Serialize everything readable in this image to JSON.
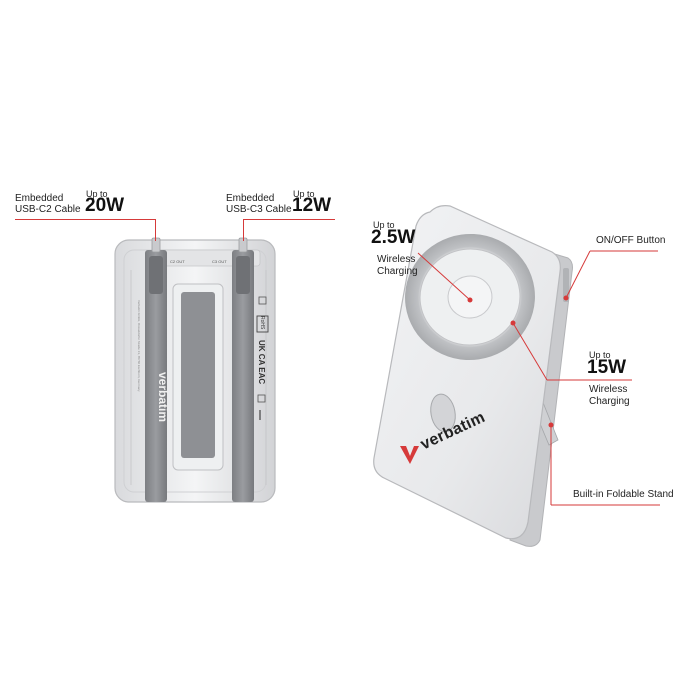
{
  "left_device": {
    "cable_left": {
      "line1": "Embedded",
      "line2": "USB-C2 Cable",
      "upto": "Up to",
      "watts": "20W"
    },
    "cable_right": {
      "line1": "Embedded",
      "line2": "USB-C3 Cable",
      "upto": "Up to",
      "watts": "12W"
    },
    "port_left": "C2 OUT",
    "port_right": "C3 OUT",
    "brand": "verbatim",
    "cert_text": "UK CA EAC",
    "rohs": "RoHS",
    "fine_print": "Verbatim GmbH, Düsseldorfer Straße 13, 65760 Eschborn, Germany"
  },
  "right_device": {
    "wireless_small": {
      "upto": "Up to",
      "watts": "2.5W",
      "line1": "Wireless",
      "line2": "Charging"
    },
    "wireless_large": {
      "upto": "Up to",
      "watts": "15W",
      "line1": "Wireless",
      "line2": "Charging"
    },
    "onoff": "ON/OFF Button",
    "stand": "Built-in Foldable Stand",
    "brand": "verbatim"
  },
  "colors": {
    "accent": "#d63a3a",
    "device": "#e9eaec",
    "strap": "#8a8c90"
  }
}
